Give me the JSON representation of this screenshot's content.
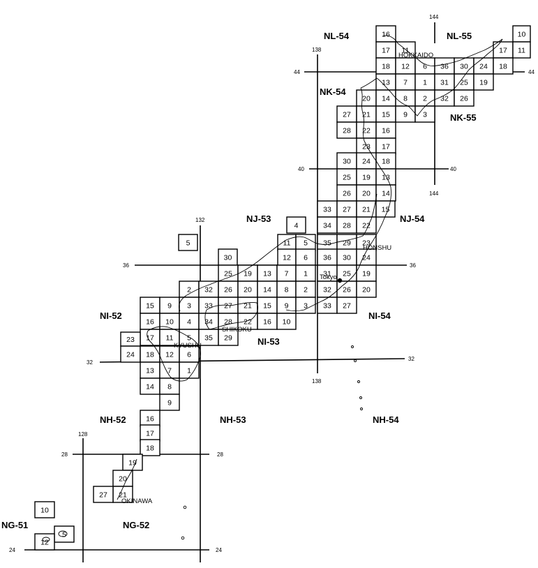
{
  "zones": [
    {
      "id": "nl54",
      "label": "NL-54"
    },
    {
      "id": "nl55",
      "label": "NL-55"
    },
    {
      "id": "nk54",
      "label": "NK-54"
    },
    {
      "id": "nk55",
      "label": "NK-55"
    },
    {
      "id": "nj53",
      "label": "NJ-53"
    },
    {
      "id": "nj54",
      "label": "NJ-54"
    },
    {
      "id": "ni52",
      "label": "NI-52"
    },
    {
      "id": "ni53",
      "label": "NI-53"
    },
    {
      "id": "ni54",
      "label": "NI-54"
    },
    {
      "id": "nh52",
      "label": "NH-52"
    },
    {
      "id": "nh53",
      "label": "NH-53"
    },
    {
      "id": "nh54",
      "label": "NH-54"
    },
    {
      "id": "ng51",
      "label": "NG-51"
    },
    {
      "id": "ng52",
      "label": "NG-52"
    }
  ],
  "regions": [
    {
      "id": "hokkaido",
      "label": "HOKKAIDO"
    },
    {
      "id": "honshu",
      "label": "HONSHU"
    },
    {
      "id": "shikoku",
      "label": "SHIKOKU"
    },
    {
      "id": "kyushu",
      "label": "KYUSHU"
    },
    {
      "id": "okinawa",
      "label": "OKINAWA"
    },
    {
      "id": "tokyo",
      "label": "Tokyo"
    }
  ],
  "coordinates": {
    "lat44": "44",
    "lat40": "40",
    "lat36": "36",
    "lat32": "32",
    "lat28": "28",
    "lat24": "24",
    "lon144": "144",
    "lon138": "138",
    "lon132": "132",
    "lon128": "128"
  },
  "cells": [
    {
      "label": "16"
    },
    {
      "label": "10"
    },
    {
      "label": "17"
    },
    {
      "label": "11"
    },
    {
      "label": "17"
    },
    {
      "label": "11"
    },
    {
      "label": "18"
    },
    {
      "label": "12"
    },
    {
      "label": "6"
    },
    {
      "label": "36"
    },
    {
      "label": "30"
    },
    {
      "label": "24"
    },
    {
      "label": "18"
    },
    {
      "label": "13"
    },
    {
      "label": "7"
    },
    {
      "label": "1"
    },
    {
      "label": "31"
    },
    {
      "label": "25"
    },
    {
      "label": "19"
    },
    {
      "label": "20"
    },
    {
      "label": "14"
    },
    {
      "label": "8"
    },
    {
      "label": "2"
    },
    {
      "label": "32"
    },
    {
      "label": "26"
    },
    {
      "label": "27"
    },
    {
      "label": "21"
    },
    {
      "label": "15"
    },
    {
      "label": "9"
    },
    {
      "label": "3"
    },
    {
      "label": "28"
    },
    {
      "label": "22"
    },
    {
      "label": "16"
    },
    {
      "label": "23"
    },
    {
      "label": "17"
    },
    {
      "label": "30"
    },
    {
      "label": "24"
    },
    {
      "label": "18"
    },
    {
      "label": "25"
    },
    {
      "label": "19"
    },
    {
      "label": "13"
    },
    {
      "label": "26"
    },
    {
      "label": "20"
    },
    {
      "label": "14"
    },
    {
      "label": "33"
    },
    {
      "label": "27"
    },
    {
      "label": "21"
    },
    {
      "label": "15"
    },
    {
      "label": "4"
    },
    {
      "label": "34"
    },
    {
      "label": "28"
    },
    {
      "label": "22"
    },
    {
      "label": "5"
    },
    {
      "label": "11"
    },
    {
      "label": "5"
    },
    {
      "label": "35"
    },
    {
      "label": "29"
    },
    {
      "label": "23"
    },
    {
      "label": "30"
    },
    {
      "label": "12"
    },
    {
      "label": "6"
    },
    {
      "label": "36"
    },
    {
      "label": "30"
    },
    {
      "label": "24"
    },
    {
      "label": "25"
    },
    {
      "label": "19"
    },
    {
      "label": "13"
    },
    {
      "label": "7"
    },
    {
      "label": "1"
    },
    {
      "label": "31"
    },
    {
      "label": "25"
    },
    {
      "label": "19"
    },
    {
      "label": "2"
    },
    {
      "label": "32"
    },
    {
      "label": "26"
    },
    {
      "label": "20"
    },
    {
      "label": "14"
    },
    {
      "label": "8"
    },
    {
      "label": "2"
    },
    {
      "label": "32"
    },
    {
      "label": "26"
    },
    {
      "label": "20"
    },
    {
      "label": "15"
    },
    {
      "label": "9"
    },
    {
      "label": "3"
    },
    {
      "label": "33"
    },
    {
      "label": "27"
    },
    {
      "label": "21"
    },
    {
      "label": "15"
    },
    {
      "label": "9"
    },
    {
      "label": "3"
    },
    {
      "label": "33"
    },
    {
      "label": "27"
    },
    {
      "label": "16"
    },
    {
      "label": "10"
    },
    {
      "label": "4"
    },
    {
      "label": "34"
    },
    {
      "label": "28"
    },
    {
      "label": "22"
    },
    {
      "label": "16"
    },
    {
      "label": "10"
    },
    {
      "label": "17"
    },
    {
      "label": "11"
    },
    {
      "label": "5"
    },
    {
      "label": "35"
    },
    {
      "label": "29"
    },
    {
      "label": "23"
    },
    {
      "label": "24"
    },
    {
      "label": "18"
    },
    {
      "label": "12"
    },
    {
      "label": "6"
    },
    {
      "label": "13"
    },
    {
      "label": "7"
    },
    {
      "label": "1"
    },
    {
      "label": "14"
    },
    {
      "label": "8"
    },
    {
      "label": "9"
    },
    {
      "label": "16"
    },
    {
      "label": "17"
    },
    {
      "label": "18"
    },
    {
      "label": "19"
    },
    {
      "label": "20"
    },
    {
      "label": "21"
    },
    {
      "label": "27"
    },
    {
      "label": "10"
    },
    {
      "label": "5"
    },
    {
      "label": "12"
    }
  ]
}
